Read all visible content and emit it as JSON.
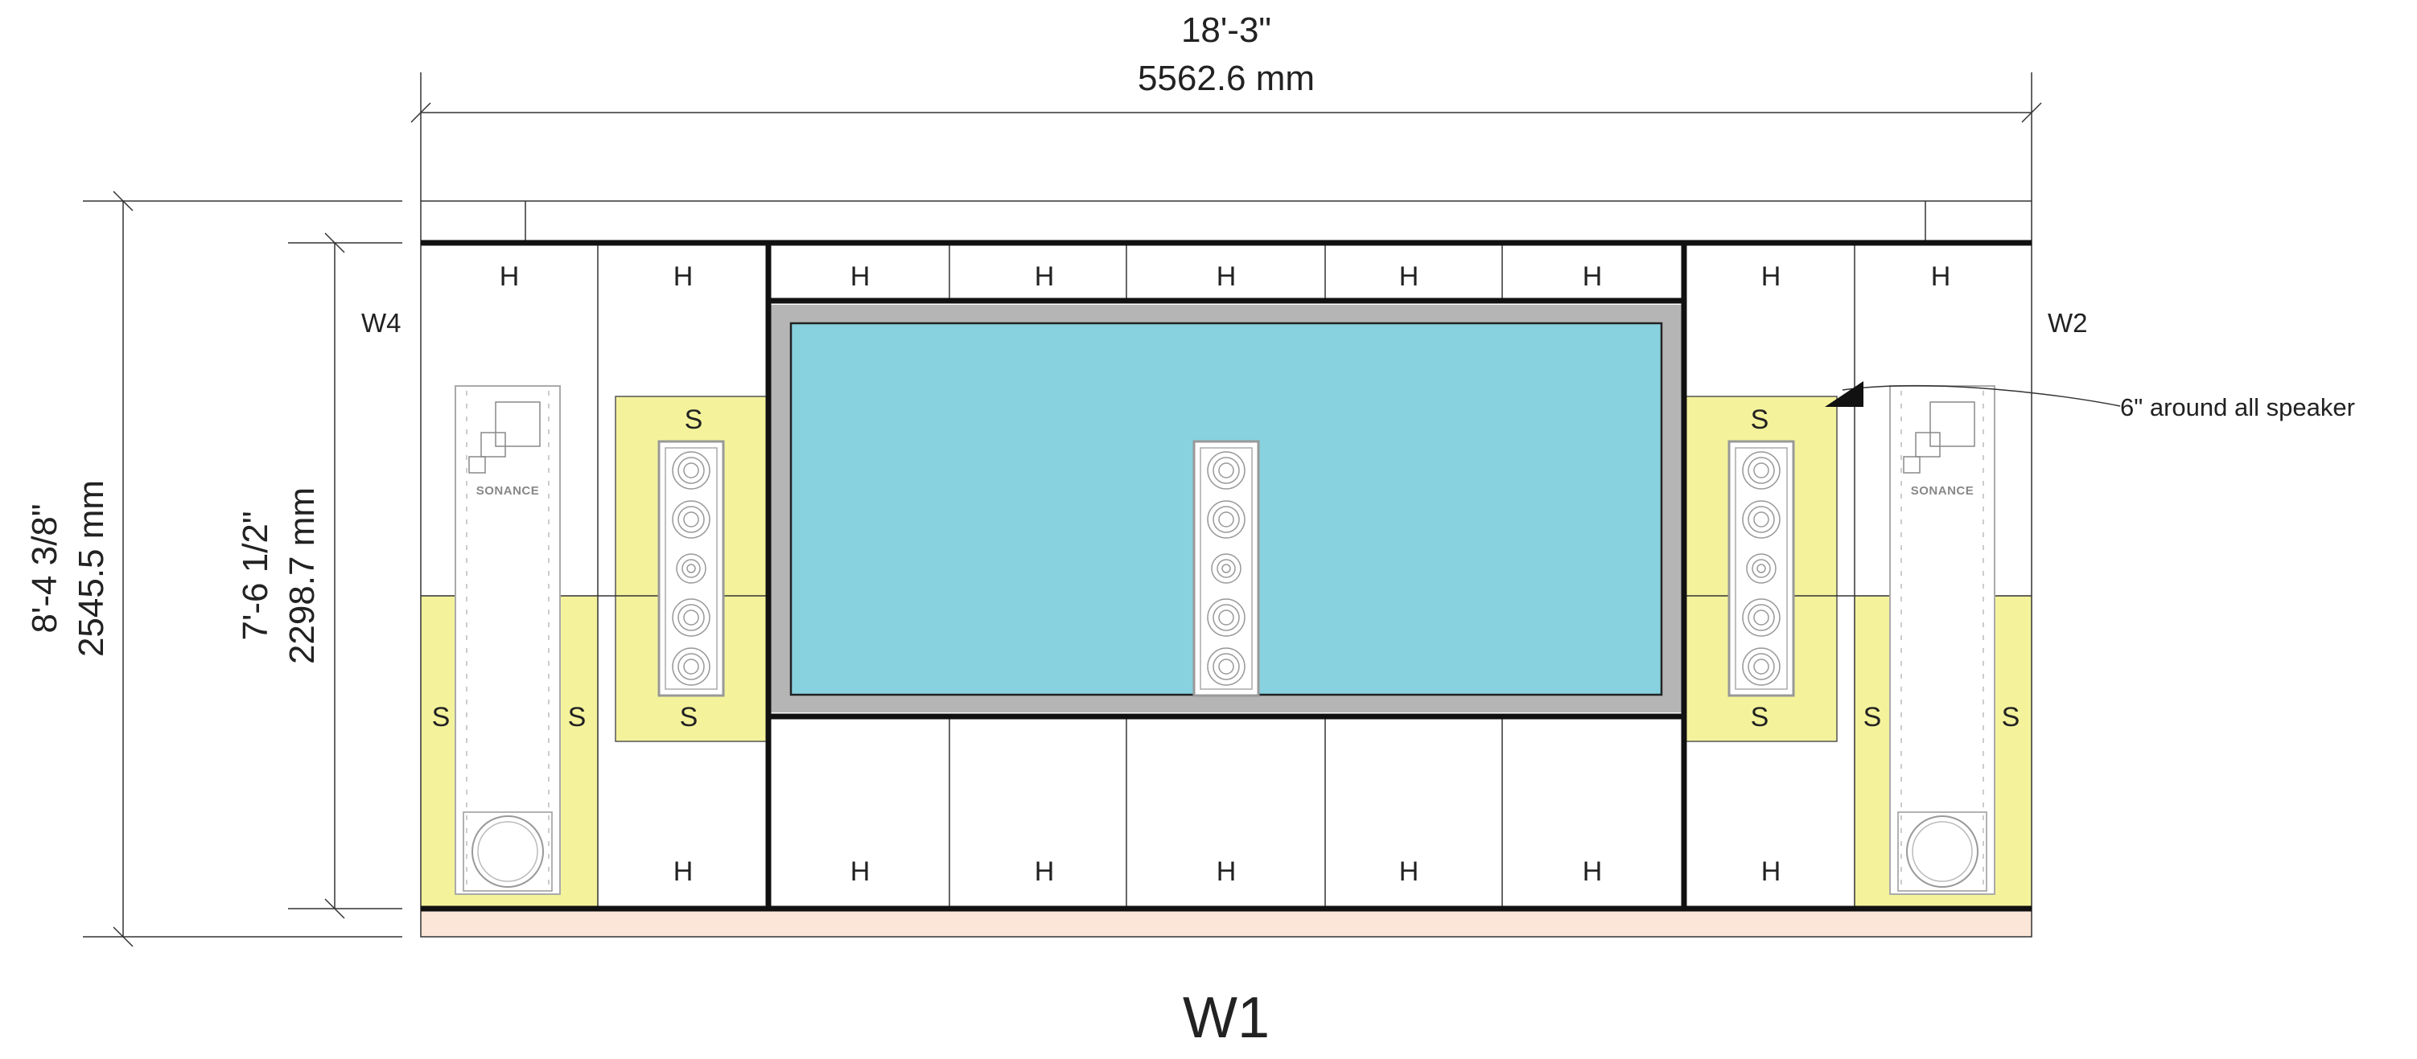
{
  "drawing": {
    "title": "W1",
    "width_dimension": {
      "imperial": "18'-3\"",
      "metric": "5562.6 mm"
    },
    "outer_height_dimension": {
      "imperial": "8'-4 3/8\"",
      "metric": "2545.5 mm"
    },
    "inner_height_dimension": {
      "imperial": "7'-6 1/2\"",
      "metric": "2298.7 mm"
    },
    "adjacent_walls": {
      "left": "W4",
      "right": "W2"
    },
    "annotation": "6\" around all speaker",
    "brand_label": "SONANCE",
    "panel_labels": {
      "h": "H",
      "s": "S"
    },
    "colors": {
      "screen": "#88d1de",
      "screen_frame": "#b5b5b5",
      "speaker_zone": "#f4f39c",
      "floor_strip": "#fbe6d8",
      "linework": "#111111"
    },
    "icons": [
      "speaker-icon",
      "subwoofer-icon",
      "arrowhead-icon"
    ]
  }
}
